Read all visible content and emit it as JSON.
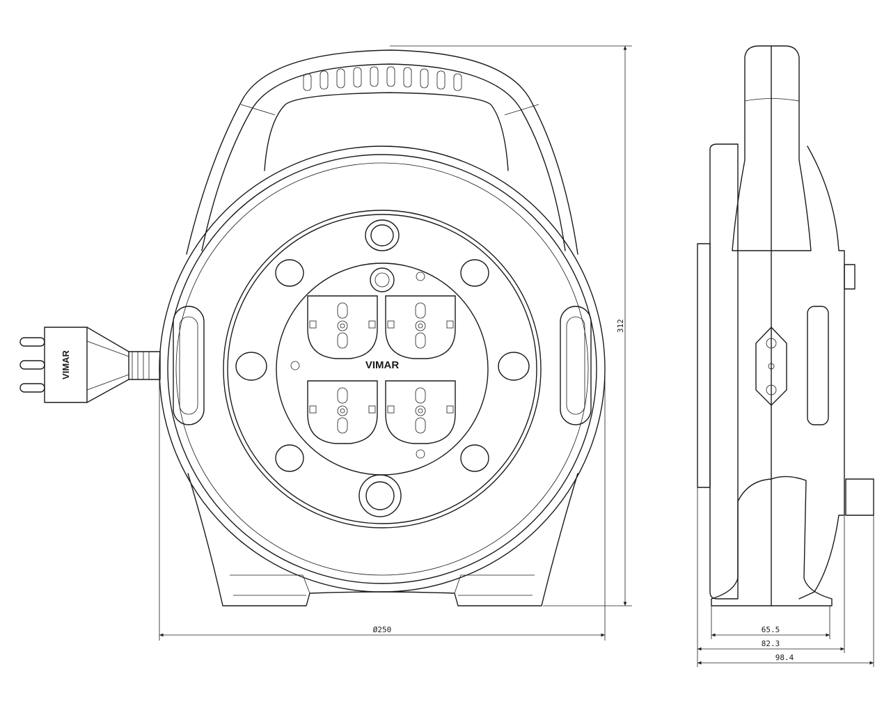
{
  "brand": {
    "face": "VIMAR",
    "plug": "VIMAR"
  },
  "dimensions": {
    "height": "312",
    "diameter": "Ø250",
    "depth_base": "65.5",
    "depth_mid": "82.3",
    "depth_total": "98.4"
  }
}
